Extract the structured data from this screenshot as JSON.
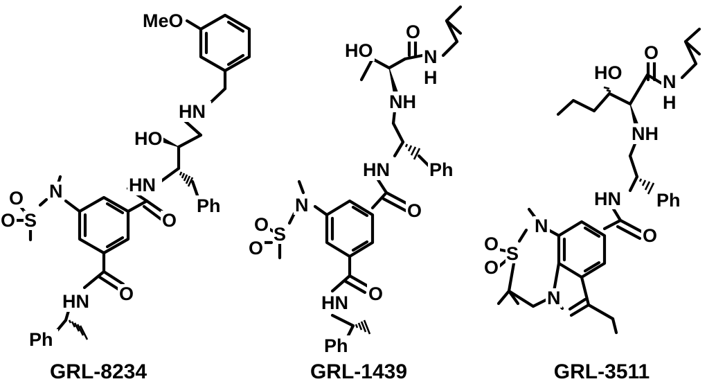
{
  "compounds": [
    {
      "name": "GRL-8234",
      "labels": {
        "meo": "MeO",
        "hn_top": "HN",
        "ho": "HO",
        "hn_mid": "HN",
        "ph_top": "Ph",
        "o_amide": "O",
        "n_sulf": "N",
        "s": "S",
        "o_s1": "O",
        "o_s2": "O",
        "o_amide2": "O",
        "hn_bot": "HN",
        "ph_bot": "Ph"
      }
    },
    {
      "name": "GRL-1439",
      "labels": {
        "ho": "HO",
        "o_amide_top": "O",
        "n_top": "N",
        "h_top": "H",
        "nh": "NH",
        "hn_mid": "HN",
        "ph_mid": "Ph",
        "o_amide": "O",
        "n_sulf": "N",
        "s": "S",
        "o_s1": "O",
        "o_s2": "O",
        "o_amide2": "O",
        "hn_bot": "HN",
        "ph_bot": "Ph"
      }
    },
    {
      "name": "GRL-3511",
      "labels": {
        "ho": "HO",
        "o_amide_top": "O",
        "n_top": "N",
        "h_top": "H",
        "nh": "NH",
        "hn_mid": "HN",
        "ph": "Ph",
        "o_amide": "O",
        "n_me": "N",
        "s": "S",
        "o_s1": "O",
        "o_s2": "O",
        "n_ring": "N"
      }
    }
  ]
}
